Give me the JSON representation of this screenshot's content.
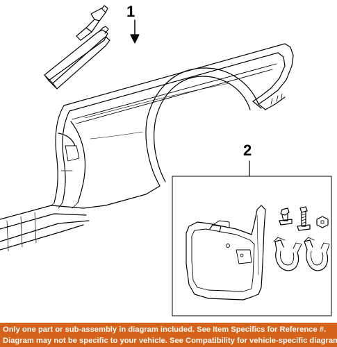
{
  "diagram": {
    "callouts": [
      {
        "id": "1"
      },
      {
        "id": "2"
      }
    ]
  },
  "footer": {
    "line1": "Only one part or sub-assembly in diagram included. See Item Specifics for Reference #.",
    "line2": "Diagram may not be specific to your vehicle. See Compatibility for vehicle-specific diagrams."
  },
  "colors": {
    "footer_background": "#d5621a",
    "footer_text": "#ffffff",
    "line_art": "#000000"
  }
}
